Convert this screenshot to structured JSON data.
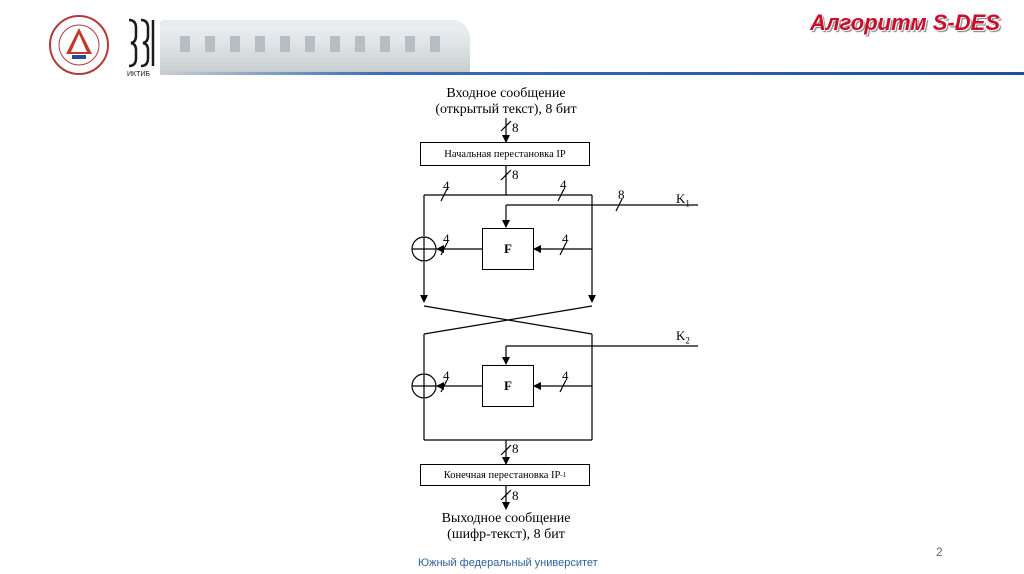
{
  "slide": {
    "title": "Алгоритм S-DES",
    "page_number": "2",
    "footer": "Южный федеральный университет"
  },
  "header": {
    "logo_icon": "university-seal-icon",
    "brand_mark_icon": "ictib-mark-icon",
    "brand_mark_text": "ИКТИБ",
    "banner_image": "university-building-photo"
  },
  "diagram": {
    "input_caption_line1": "Входное сообщение",
    "input_caption_line2": "(открытый текст), 8 бит",
    "initial_permutation": "Начальная перестановка IP",
    "final_permutation": "Конечная перестановка IP",
    "final_permutation_sup": "-1",
    "f_label": "F",
    "key1": "K",
    "key1_sub": "1",
    "key2": "K",
    "key2_sub": "2",
    "width_8": "8",
    "width_4": "4",
    "output_caption_line1": "Выходное сообщение",
    "output_caption_line2": "(шифр-текст), 8 бит"
  }
}
